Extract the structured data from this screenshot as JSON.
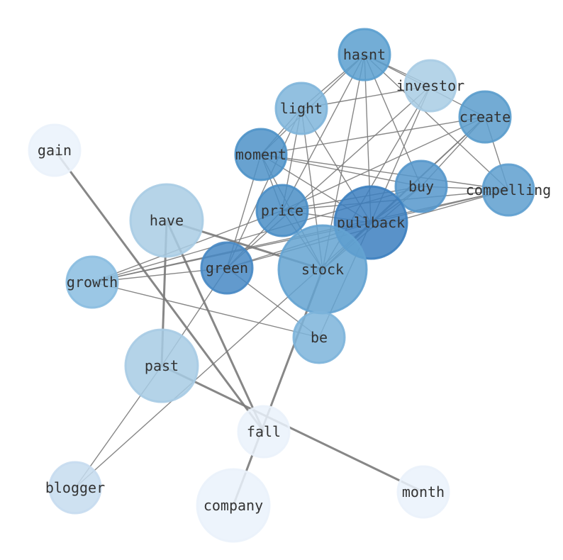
{
  "nodes": [
    {
      "id": "hasnt",
      "label": "hasnt",
      "color": "#5a9fcf"
    },
    {
      "id": "investor",
      "label": "investor",
      "color": "#a8cce4"
    },
    {
      "id": "light",
      "label": "light",
      "color": "#7fb5da"
    },
    {
      "id": "create",
      "label": "create",
      "color": "#5a9ccc"
    },
    {
      "id": "gain",
      "label": "gain",
      "color": "#eaf2fb"
    },
    {
      "id": "moment",
      "label": "moment",
      "color": "#4e92c8"
    },
    {
      "id": "buy",
      "label": "buy",
      "color": "#5597cb"
    },
    {
      "id": "compelling",
      "label": "compelling",
      "color": "#5e9fcf"
    },
    {
      "id": "have",
      "label": "have",
      "color": "#a9cce4"
    },
    {
      "id": "price",
      "label": "price",
      "color": "#4a8ec6"
    },
    {
      "id": "pullback",
      "label": "pullback",
      "color": "#3c7fbf"
    },
    {
      "id": "green",
      "label": "green",
      "color": "#4788c4"
    },
    {
      "id": "stock",
      "label": "stock",
      "color": "#64a3d1"
    },
    {
      "id": "growth",
      "label": "growth",
      "color": "#89bde0"
    },
    {
      "id": "be",
      "label": "be",
      "color": "#7db4da"
    },
    {
      "id": "past",
      "label": "past",
      "color": "#a7cbe4"
    },
    {
      "id": "fall",
      "label": "fall",
      "color": "#eaf2fb"
    },
    {
      "id": "blogger",
      "label": "blogger",
      "color": "#c6dcef"
    },
    {
      "id": "company",
      "label": "company",
      "color": "#eaf2fb"
    },
    {
      "id": "month",
      "label": "month",
      "color": "#eaf2fb"
    }
  ],
  "edges": [
    [
      "hasnt",
      "light"
    ],
    [
      "hasnt",
      "moment"
    ],
    [
      "hasnt",
      "price"
    ],
    [
      "hasnt",
      "pullback"
    ],
    [
      "hasnt",
      "stock"
    ],
    [
      "hasnt",
      "buy"
    ],
    [
      "hasnt",
      "create"
    ],
    [
      "hasnt",
      "compelling"
    ],
    [
      "hasnt",
      "investor"
    ],
    [
      "investor",
      "pullback"
    ],
    [
      "investor",
      "stock"
    ],
    [
      "investor",
      "green"
    ],
    [
      "investor",
      "light"
    ],
    [
      "light",
      "moment"
    ],
    [
      "light",
      "price"
    ],
    [
      "light",
      "pullback"
    ],
    [
      "light",
      "stock"
    ],
    [
      "light",
      "green"
    ],
    [
      "create",
      "moment"
    ],
    [
      "create",
      "buy"
    ],
    [
      "create",
      "pullback"
    ],
    [
      "create",
      "stock"
    ],
    [
      "create",
      "compelling"
    ],
    [
      "create",
      "price"
    ],
    [
      "moment",
      "compelling"
    ],
    [
      "moment",
      "buy"
    ],
    [
      "moment",
      "pullback"
    ],
    [
      "moment",
      "stock"
    ],
    [
      "moment",
      "green"
    ],
    [
      "moment",
      "price"
    ],
    [
      "buy",
      "pullback"
    ],
    [
      "buy",
      "stock"
    ],
    [
      "buy",
      "compelling"
    ],
    [
      "buy",
      "growth"
    ],
    [
      "buy",
      "price"
    ],
    [
      "compelling",
      "price"
    ],
    [
      "compelling",
      "pullback"
    ],
    [
      "compelling",
      "growth"
    ],
    [
      "compelling",
      "green"
    ],
    [
      "price",
      "pullback"
    ],
    [
      "price",
      "green"
    ],
    [
      "price",
      "stock"
    ],
    [
      "price",
      "growth"
    ],
    [
      "pullback",
      "green"
    ],
    [
      "pullback",
      "stock"
    ],
    [
      "pullback",
      "growth"
    ],
    [
      "pullback",
      "blogger"
    ],
    [
      "green",
      "growth"
    ],
    [
      "green",
      "past"
    ],
    [
      "green",
      "be"
    ],
    [
      "growth",
      "be"
    ],
    [
      "have",
      "stock"
    ],
    [
      "have",
      "past"
    ],
    [
      "have",
      "fall"
    ],
    [
      "gain",
      "fall"
    ],
    [
      "stock",
      "company"
    ],
    [
      "past",
      "month"
    ],
    [
      "past",
      "blogger"
    ],
    [
      "be",
      "pullback"
    ]
  ],
  "heavy_edges": [
    [
      "have",
      "stock"
    ],
    [
      "have",
      "past"
    ],
    [
      "have",
      "fall"
    ],
    [
      "gain",
      "fall"
    ],
    [
      "stock",
      "company"
    ],
    [
      "past",
      "month"
    ]
  ]
}
